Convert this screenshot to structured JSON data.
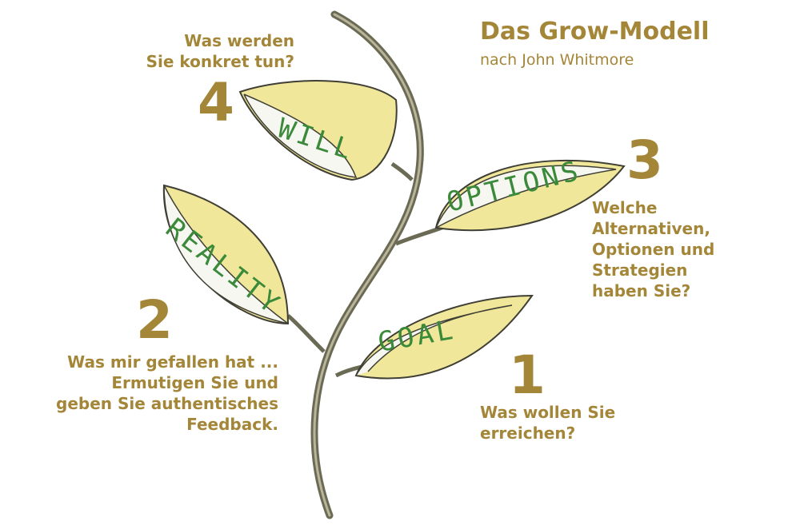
{
  "title": "Das Grow-Modell",
  "subtitle": "nach John Whitmore",
  "leaves": {
    "goal": "GOAL",
    "reality": "REALITY",
    "options": "OPTIONS",
    "will": "WILL"
  },
  "steps": {
    "s1": {
      "number": "1",
      "lines": [
        "Was wollen Sie",
        "erreichen?"
      ]
    },
    "s2": {
      "number": "2",
      "lines": [
        "Was mir gefallen hat ...",
        "Ermutigen Sie und",
        "geben Sie authentisches",
        "Feedback."
      ]
    },
    "s3": {
      "number": "3",
      "lines": [
        "Welche",
        "Alternativen,",
        "Optionen und",
        "Strategien",
        "haben Sie?"
      ]
    },
    "s4": {
      "number": "4",
      "lines": [
        "Was werden",
        "Sie konkret tun?"
      ]
    }
  },
  "colors": {
    "gold": "#a48638",
    "leaf": "#f0e79a",
    "leafGreen": "#3a8a3a",
    "stem": "#6b6b55"
  }
}
